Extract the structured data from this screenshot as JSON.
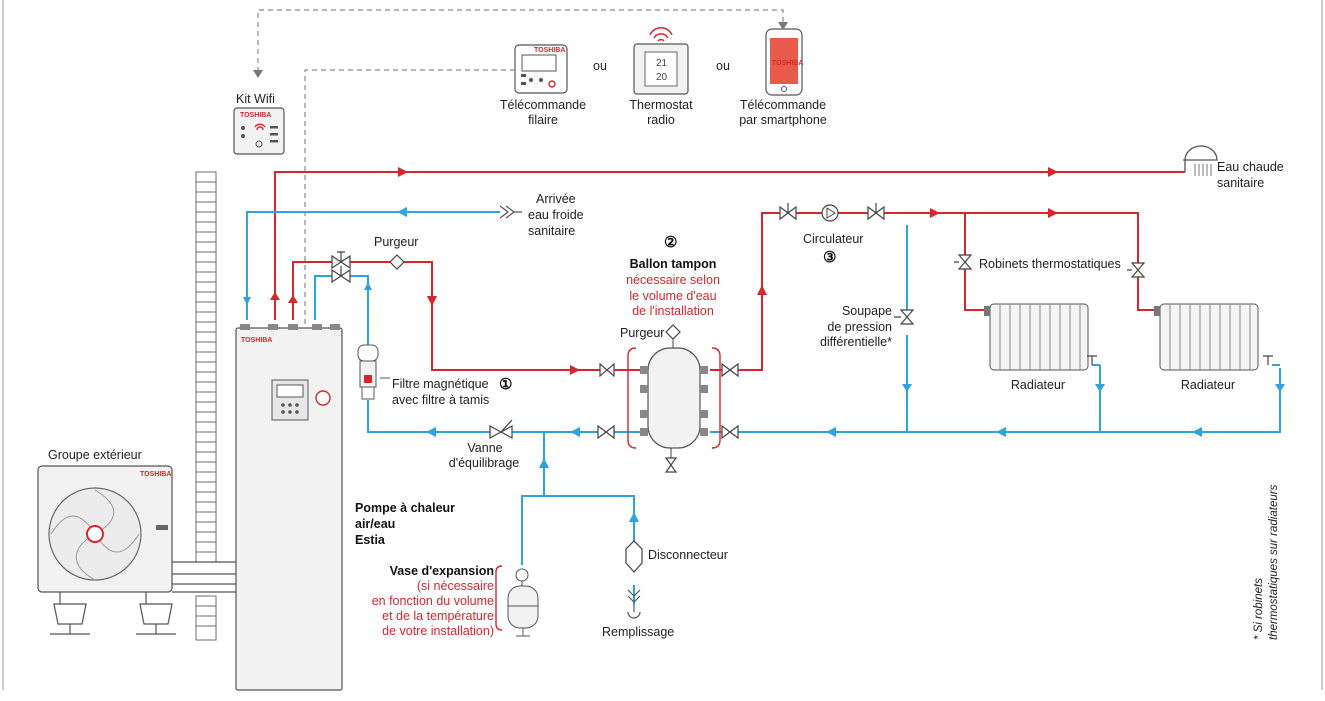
{
  "remote": {
    "wired": [
      "Télécommande",
      "filaire"
    ],
    "thermostat": [
      "Thermostat",
      "radio"
    ],
    "smartphone": [
      "Télécommande",
      "par smartphone"
    ],
    "or1": "ou",
    "or2": "ou"
  },
  "kit_wifi": "Kit Wifi",
  "brand": "TOSHIBA",
  "hot_water": [
    "Eau chaude",
    "sanitaire"
  ],
  "cold_inlet": [
    "Arrivée",
    "eau froide",
    "sanitaire"
  ],
  "purgeur_top": "Purgeur",
  "buffer": {
    "number": "②",
    "title": "Ballon tampon",
    "note": [
      "nécessaire selon",
      "le volume d'eau",
      "de l'installation"
    ],
    "purgeur": "Purgeur"
  },
  "circulator": {
    "label": "Circulateur",
    "number": "③"
  },
  "thermo_valves": "Robinets thermostatiques",
  "pressure_valve": [
    "Soupape",
    "de pression",
    "différentielle*"
  ],
  "radiators": [
    "Radiateur",
    "Radiateur"
  ],
  "filter": {
    "line1": "Filtre magnétique",
    "number": "①",
    "line2": "avec filtre à tamis"
  },
  "balancing_valve": [
    "Vanne",
    "d'équilibrage"
  ],
  "outdoor_unit": "Groupe extérieur",
  "heat_pump": [
    "Pompe à chaleur",
    "air/eau",
    "Estia"
  ],
  "expansion": {
    "title": "Vase d'expansion",
    "note": [
      "(si nécessaire",
      "en fonction du volume",
      "et de la température",
      "de votre installation)"
    ]
  },
  "disconnector": "Disconnecteur",
  "filling": "Remplissage",
  "footnote": [
    "* Si robinets",
    "thermostatiques sur radiateurs"
  ],
  "colors": {
    "hot": "#d9262c",
    "cold": "#2fa3dc",
    "line": "#555555"
  }
}
